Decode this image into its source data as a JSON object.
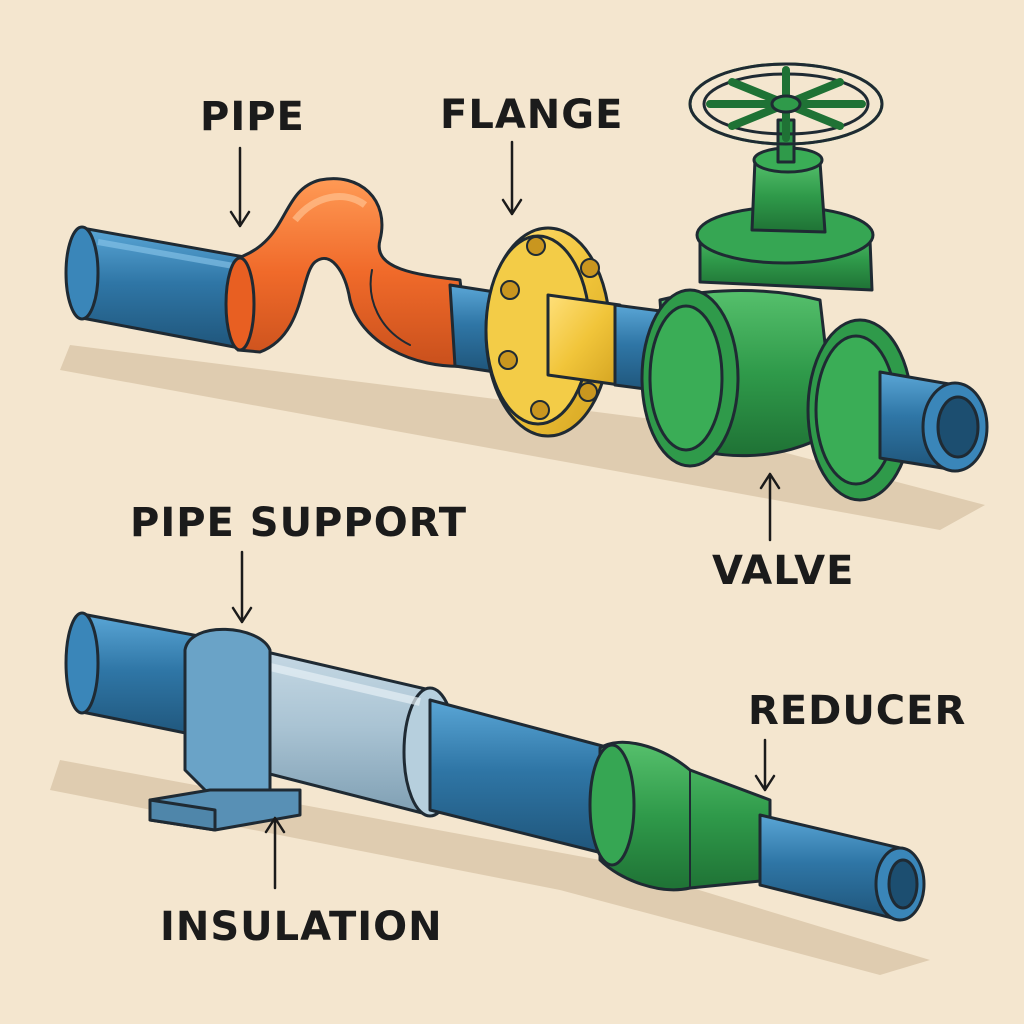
{
  "labels": {
    "pipe": "PIPE",
    "flange": "FLANGE",
    "valve": "VALVE",
    "pipe_support": "PIPE SUPPORT",
    "insulation": "INSULATION",
    "reducer": "REDUCER"
  },
  "colors": {
    "background": "#f4e6cf",
    "pipe_blue": "#2f76a6",
    "bend_orange": "#f06a2a",
    "flange_yellow": "#f1c53a",
    "valve_green": "#2f9a4a",
    "reducer_green": "#2f9a4a",
    "insulation_gray": "#a9c3d3"
  }
}
